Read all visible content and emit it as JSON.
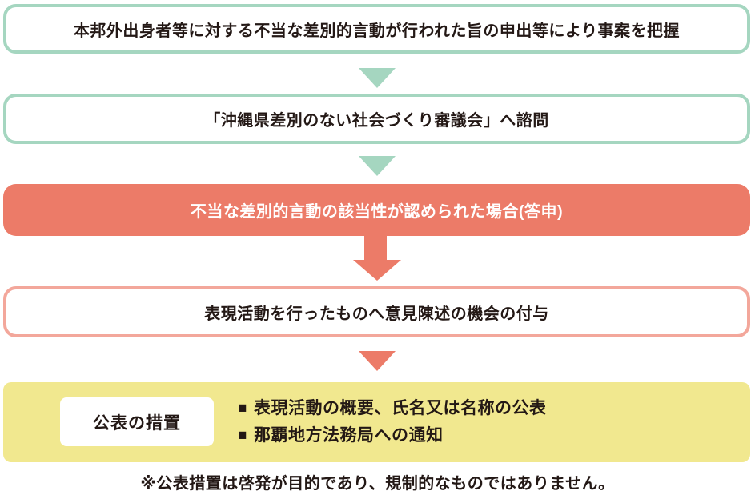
{
  "flow": {
    "step1": "本邦外出身者等に対する不当な差別的言動が行われた旨の申出等により事案を把握",
    "step2": "「沖縄県差別のない社会づくり審議会」へ諮問",
    "step3": "不当な差別的言動の該当性が認められた場合(答申)",
    "step4": "表現活動を行ったものへ意見陳述の機会の付与",
    "measures": {
      "label": "公表の措置",
      "bullet": "■",
      "items": [
        {
          "text": "表現活動の概要、氏名又は名称の公表"
        },
        {
          "text": "那覇地方法務局への通知"
        }
      ]
    },
    "note": "※公表措置は啓発が目的であり、規制的なものではありません。"
  },
  "colors": {
    "mint_green": "#a5d6c0",
    "salmon": "#ec7b68",
    "salmon_light_border": "#f3a79b",
    "yellow_panel": "#f1e88f",
    "text_dark": "#231815",
    "text_on_salmon": "#ffffff"
  }
}
